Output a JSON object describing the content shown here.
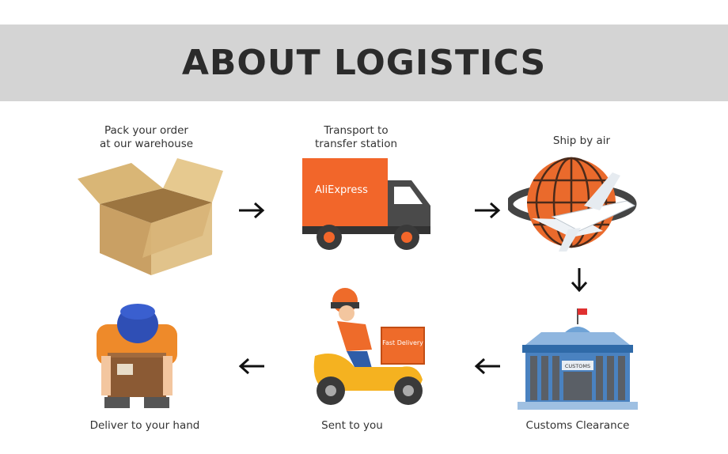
{
  "title": "ABOUT LOGISTICS",
  "steps": [
    {
      "line1": "Pack your order",
      "line2": "at our warehouse"
    },
    {
      "line1": "Transport to",
      "line2": "transfer station"
    },
    {
      "line1": "Ship by air"
    },
    {
      "line1": "Customs Clearance"
    },
    {
      "line1": "Sent to you"
    },
    {
      "line1": "Deliver to your hand"
    }
  ],
  "truck_brand": "AliExpress",
  "box_label": "Fast Delivery",
  "customs_sign": "CUSTOMS",
  "colors": {
    "banner": "#d4d4d4",
    "orange": "#f2662a",
    "cardboard": "#d8b477",
    "building": "#3d78b8"
  }
}
